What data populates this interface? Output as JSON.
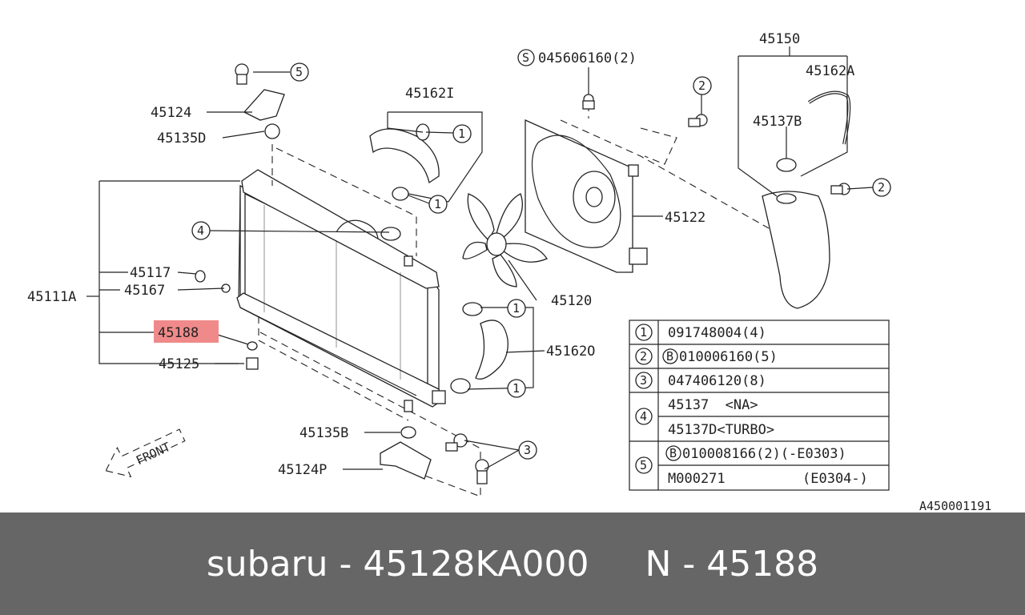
{
  "labels": {
    "p45150": "45150",
    "p45162A": "45162A",
    "p45137B": "45137B",
    "p45124": "45124",
    "p45135D": "45135D",
    "p45162I": "45162I",
    "p045606160": "045606160(2)",
    "p45122": "45122",
    "p45120": "45120",
    "p45117": "45117",
    "p45167": "45167",
    "p45111A": "45111A",
    "p45188": "45188",
    "p45125": "45125",
    "p45162O": "45162O",
    "p45135B": "45135B",
    "p45124P": "45124P",
    "front": "FRONT",
    "ref": "A450001191",
    "s_mark": "S",
    "c1": "1",
    "c2": "2",
    "c3": "3",
    "c4": "4",
    "c5": "5"
  },
  "highlight_color": "#f08a8a",
  "table": {
    "rows": [
      {
        "num": "1",
        "text": "091748004(4)"
      },
      {
        "num": "2",
        "mark": "B",
        "text": "010006160(5)"
      },
      {
        "num": "3",
        "text": "047406120(8)"
      },
      {
        "num": "4",
        "text": "45137  <NA>"
      },
      {
        "num": "",
        "text": "45137D<TURBO>"
      },
      {
        "num": "5",
        "mark": "B",
        "text": "010008166(2)(-E0303)"
      },
      {
        "num": "",
        "text": "M000271",
        "text2": "(E0304-)"
      }
    ]
  },
  "footer": {
    "brand_part": "subaru - 45128KA000",
    "ref_part": "N - 45188"
  }
}
